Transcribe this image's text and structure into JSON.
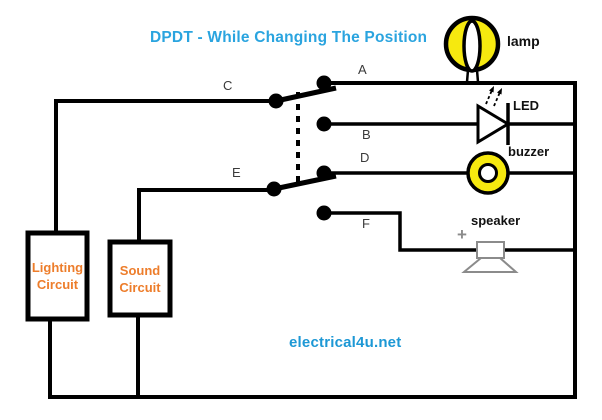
{
  "diagram": {
    "title": "DPDT - While Changing The Position",
    "watermark": "electrical4u.net",
    "terminals": {
      "a": "A",
      "b": "B",
      "c": "C",
      "d": "D",
      "e": "E",
      "f": "F"
    },
    "components": {
      "lamp_label": "lamp",
      "led_label": "LED",
      "buzzer_label": "buzzer",
      "speaker_label": "speaker",
      "speaker_polarity": "+",
      "lighting_box": {
        "line1": "Lighting",
        "line2": "Circuit"
      },
      "sound_box": {
        "line1": "Sound",
        "line2": "Circuit"
      }
    },
    "colors": {
      "title_blue": "#2aa4df",
      "watermark_blue": "#1d98d5",
      "component_yellow": "#f6e90f",
      "label_orange": "#ed7d2b",
      "wire_black": "#000000",
      "speaker_gray": "#8b8b8b"
    }
  }
}
